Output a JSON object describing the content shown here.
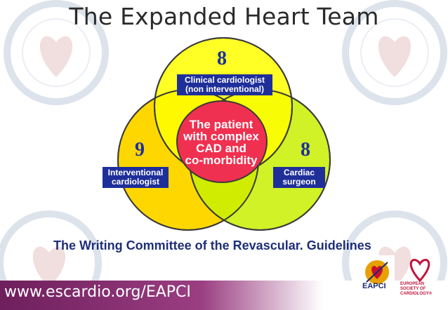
{
  "title": "The Expanded Heart Team",
  "venn": {
    "top": {
      "label_line1": "Clinical cardiologist",
      "label_line2": "(non interventional)",
      "count": "8"
    },
    "left": {
      "label_line1": "Interventional",
      "label_line2": "cardiologist",
      "count": "9"
    },
    "right": {
      "label_line1": "Cardiac",
      "label_line2": "surgeon",
      "count": "8"
    },
    "center": {
      "line1": "The patient",
      "line2": "with complex",
      "line3": "CAD and",
      "line4": "co-morbidity"
    }
  },
  "caption": "The Writing Committee of the Revascular. Guidelines",
  "footer": {
    "url": "www.escardio.org/EAPCI",
    "eapci": "EAPCI",
    "esc_line1": "EUROPEAN",
    "esc_line2": "SOCIETY OF",
    "esc_line3": "CARDIOLOGY®"
  },
  "colors": {
    "top_circle": "#ffff00",
    "left_circle": "#ffd700",
    "right_circle": "#c8f000",
    "center": "#f03050",
    "label_box": "#1f2f9a",
    "footer": "#7a2b68"
  },
  "watermark_icons": [
    "seal-icon"
  ]
}
